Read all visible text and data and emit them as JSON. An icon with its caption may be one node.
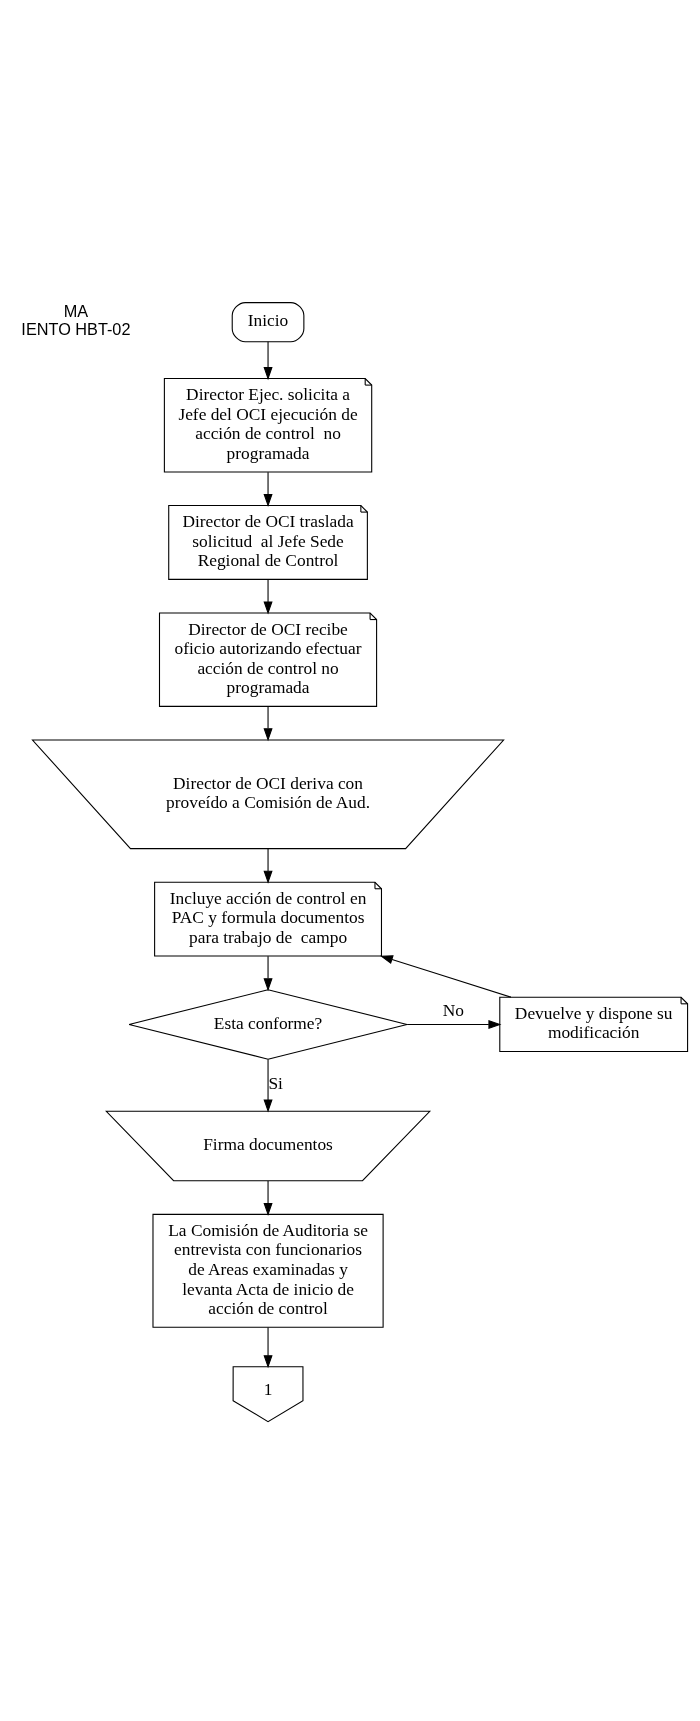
{
  "diagram": {
    "nodes": [
      {
        "text": [
          "Inicio"
        ]
      },
      {
        "text": [
          "Director Ejec. solicita a Jefe del OCI ejecución de acción de control  no programada"
        ]
      },
      {
        "text": [
          "Director de OCI traslada solicitud  al Jefe Sede Regional de Control"
        ]
      },
      {
        "text": [
          "Director de OCI recibe oficio autorizando efectuar acción de control no programada"
        ]
      },
      {
        "text": [
          "Director de OCI deriva con proveído a Comisión de Aud."
        ]
      },
      {
        "text": [
          "Incluye acción de control en PAC y formula documentos para trabajo de  campo"
        ]
      },
      {
        "text": [
          "Esta conforme?"
        ]
      },
      {
        "text": [
          "Devuelve y dispone su modificación"
        ]
      },
      {
        "text": [
          "Firma documentos"
        ]
      },
      {
        "text": [
          "La Comisión de Auditoria se entrevista con funcionarios de Areas examinadas y levanta Acta de inicio de acción de control"
        ]
      },
      {
        "text": [
          "1"
        ]
      }
    ],
    "edges": [
      {
        "from": 0,
        "to": 1,
        "arrow": "to"
      },
      {
        "from": 1,
        "to": 2,
        "arrow": "to"
      },
      {
        "from": 2,
        "to": 3,
        "arrow": "to"
      },
      {
        "from": 3,
        "to": 4,
        "arrow": "to"
      },
      {
        "from": 4,
        "to": 5,
        "arrow": "to"
      },
      {
        "from": 5,
        "to": 6,
        "arrow": "to"
      },
      {
        "from": 6,
        "to": 7,
        "arrow": "to",
        "label": "No"
      },
      {
        "from": 7,
        "to": 5,
        "arrow": "to"
      },
      {
        "from": 6,
        "to": 8,
        "arrow": "to",
        "label": "Si"
      },
      {
        "from": 8,
        "to": 9,
        "arrow": "to"
      },
      {
        "from": 9,
        "to": 10,
        "arrow": "to"
      }
    ],
    "labels": [
      "MA",
      "IENTO HBT-02"
    ]
  }
}
